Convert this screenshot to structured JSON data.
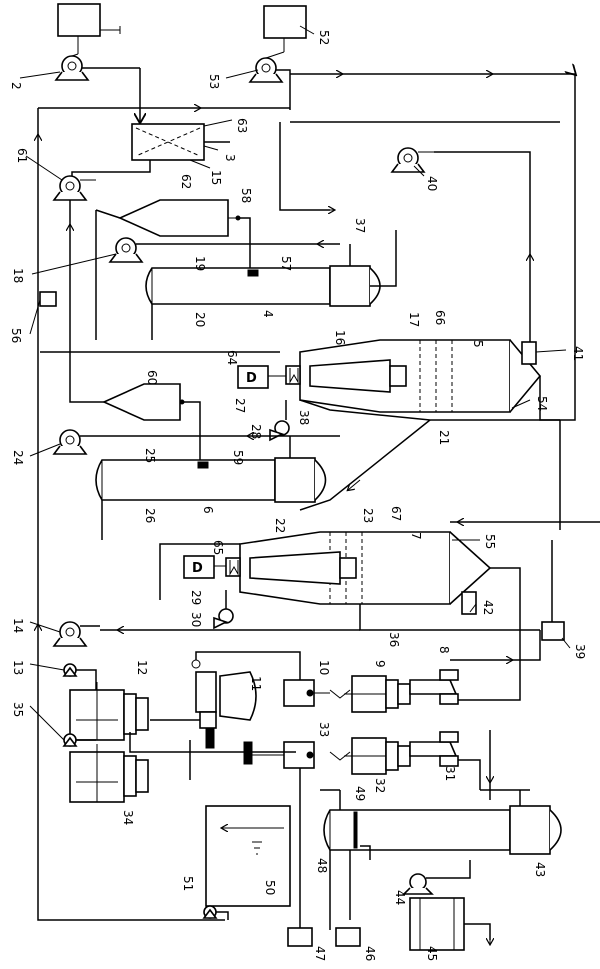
{
  "labels": {
    "l2": "2",
    "l3": "3",
    "l4": "4",
    "l5": "5",
    "l6": "6",
    "l7": "7",
    "l8": "8",
    "l9": "9",
    "l10": "10",
    "l11": "11",
    "l12": "12",
    "l13": "13",
    "l14": "14",
    "l15": "15",
    "l16": "16",
    "l17": "17",
    "l18": "18",
    "l19": "19",
    "l20": "20",
    "l21": "21",
    "l22": "22",
    "l23": "23",
    "l24": "24",
    "l25": "25",
    "l26": "26",
    "l27": "27",
    "l28": "28",
    "l29": "29",
    "l30": "30",
    "l31": "31",
    "l32": "32",
    "l33": "33",
    "l34": "34",
    "l35": "35",
    "l36": "36",
    "l37": "37",
    "l38": "38",
    "l39": "39",
    "l40": "40",
    "l41": "41",
    "l42": "42",
    "l43": "43",
    "l44": "44",
    "l45": "45",
    "l46": "46",
    "l47": "47",
    "l48": "48",
    "l49": "49",
    "l50": "50",
    "l51": "51",
    "l52": "52",
    "l53": "53",
    "l54": "54",
    "l55": "55",
    "l56": "56",
    "l57": "57",
    "l58": "58",
    "l59": "59",
    "l60": "60",
    "l61": "61",
    "l62": "62",
    "l63": "63",
    "l64": "64",
    "l65": "65",
    "l66": "66",
    "l67": "67"
  },
  "boxes": {
    "d64": "D",
    "d65": "D"
  }
}
